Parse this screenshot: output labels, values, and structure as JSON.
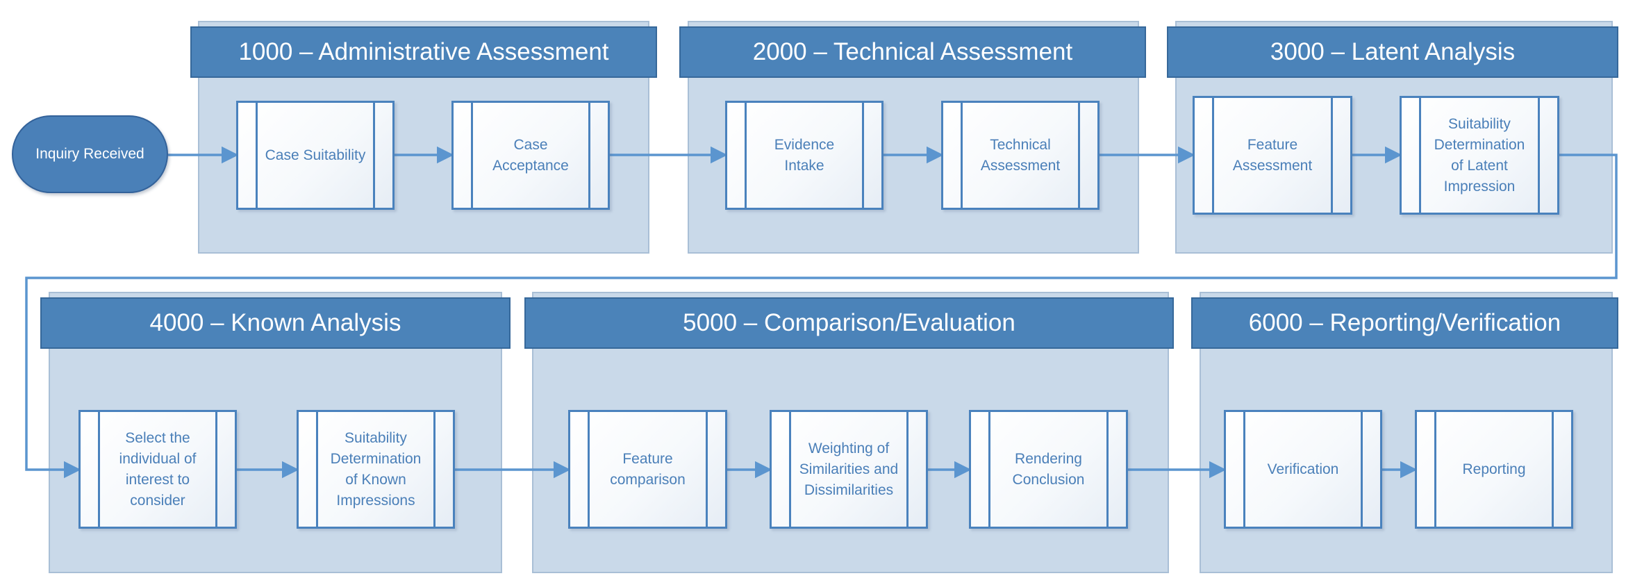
{
  "diagram": {
    "start": {
      "label": "Inquiry Received"
    },
    "phases": [
      {
        "title": "1000 – Administrative Assessment",
        "steps": [
          "Case Suitability",
          "Case\nAcceptance"
        ]
      },
      {
        "title": "2000 – Technical Assessment",
        "steps": [
          "Evidence\nIntake",
          "Technical\nAssessment"
        ]
      },
      {
        "title": "3000 – Latent Analysis",
        "steps": [
          "Feature\nAssessment",
          "Suitability\nDetermination\nof Latent\nImpression"
        ]
      },
      {
        "title": "4000 – Known Analysis",
        "steps": [
          "Select the\nindividual of\ninterest to\nconsider",
          "Suitability\nDetermination\nof Known\nImpressions"
        ]
      },
      {
        "title": "5000 – Comparison/Evaluation",
        "steps": [
          "Feature\ncomparison",
          "Weighting of\nSimilarities and\nDissimilarities",
          "Rendering\nConclusion"
        ]
      },
      {
        "title": "6000 – Reporting/Verification",
        "steps": [
          "Verification",
          "Reporting"
        ]
      }
    ],
    "colors": {
      "panel_fill": "#c9d9e9",
      "header_fill": "#4b83b9",
      "process_border": "#4a82bd",
      "process_text": "#4a7fb8",
      "connector": "#5b95cf"
    }
  }
}
